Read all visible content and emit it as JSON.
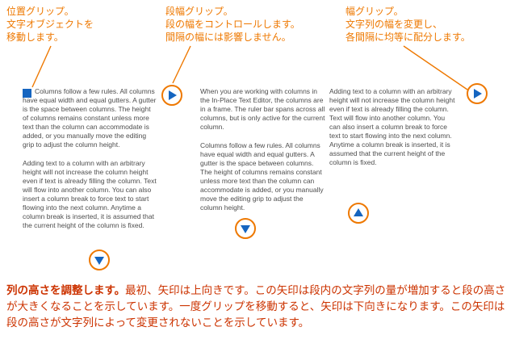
{
  "callouts": {
    "position": {
      "lines": [
        "位置グリップ。",
        "文字オブジェクトを",
        "移動します。"
      ]
    },
    "column_width": {
      "lines": [
        "段幅グリップ。",
        "段の幅をコントロールします。",
        "間隔の幅には影響しません。"
      ]
    },
    "width": {
      "lines": [
        "幅グリップ。",
        "文字列の幅を変更し、",
        "各間隔に均等に配分します。"
      ]
    }
  },
  "columns": [
    {
      "paragraphs": [
        "Columns follow a few rules. All columns have equal width and equal gutters. A gutter is the space between columns. The height of columns remains constant unless more text than the column can accommodate is added, or you manually move the editing grip to adjust the column height.",
        "Adding text to a column with an arbitrary height will not increase the column height even if text is already filling the column. Text will flow into another column. You can also insert a column break to force text to start flowing into the next column. Anytime a column break is inserted, it is assumed that the current height of the column is fixed."
      ]
    },
    {
      "paragraphs": [
        "When you are working with columns in the In-Place Text Editor, the columns are in a frame. The ruler bar spans across all columns, but is only active for the current column.",
        "Columns follow a few rules. All columns have equal width and equal gutters. A gutter is the space between columns. The height of columns remains constant unless more text than the column can accommodate is added, or you manually move the editing grip to adjust the column height."
      ]
    },
    {
      "paragraphs": [
        "Adding text to a column with an arbitrary height will not increase the column height even if text is already filling the column. Text will flow into another column. You can also insert a column break to force text to start flowing into the next column. Anytime a column break is inserted, it is assumed that the current height of the column is fixed."
      ]
    }
  ],
  "footer": {
    "lead": "列の高さを調整します。",
    "body": "最初、矢印は上向きです。この矢印は段内の文字列の量が増加すると段の高さが大きくなることを示しています。一度グリップを移動すると、矢印は下向きになります。この矢印は段の高さが文字列によって変更されないことを示しています。"
  },
  "colors": {
    "callout_orange": "#EE7800",
    "footer_red": "#CC3300",
    "body_gray": "#4D4D4D",
    "grip_blue": "#1565C0"
  }
}
